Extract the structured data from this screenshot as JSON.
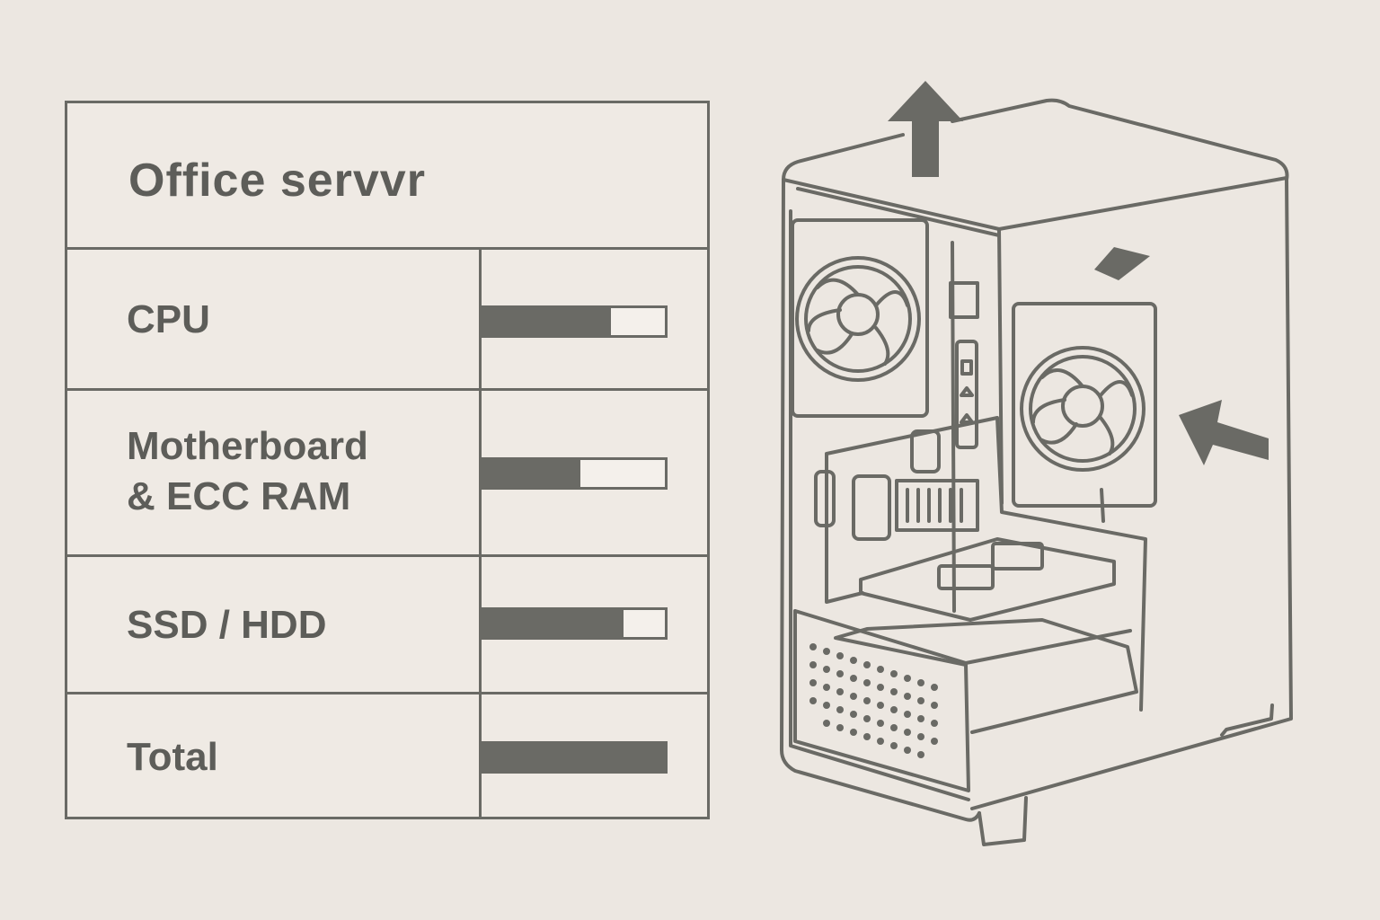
{
  "table": {
    "title": "Office servvr",
    "rows": [
      {
        "label": "CPU",
        "fill": 0.7
      },
      {
        "label": "Motherboard\n& ECC RAM",
        "fill": 0.53
      },
      {
        "label": "SSD / HDD",
        "fill": 0.77
      },
      {
        "label": "Total",
        "fill": 1.0
      }
    ]
  },
  "illustration": {
    "subject": "pc-case-icon",
    "arrows": [
      "arrow-up-icon",
      "arrow-diagonal-icon",
      "arrow-inward-icon"
    ]
  },
  "colors": {
    "background": "#ece7e1",
    "ink": "#6a6a65"
  }
}
